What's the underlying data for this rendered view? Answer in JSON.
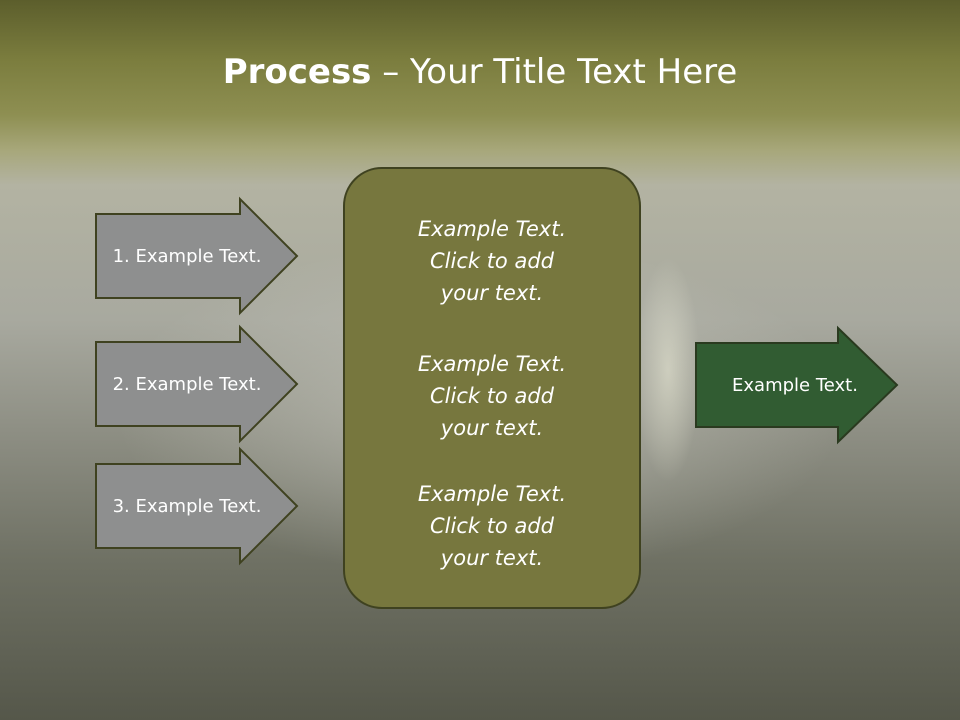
{
  "title": {
    "bold": "Process",
    "rest": " – Your Title Text Here"
  },
  "inputs": [
    {
      "label": "1. Example Text."
    },
    {
      "label": "2. Example Text."
    },
    {
      "label": "3. Example Text."
    }
  ],
  "center_blocks": [
    {
      "text": "Example Text.\nClick  to add\nyour text."
    },
    {
      "text": "Example Text.\nClick  to add\nyour text."
    },
    {
      "text": "Example Text.\nClick  to add\nyour text."
    }
  ],
  "output": {
    "label": "Example Text."
  },
  "colors": {
    "input_arrow": "#8e8f8f",
    "center_box": "#77773e",
    "output_arrow": "#315c32",
    "outline": "#3f4220"
  }
}
